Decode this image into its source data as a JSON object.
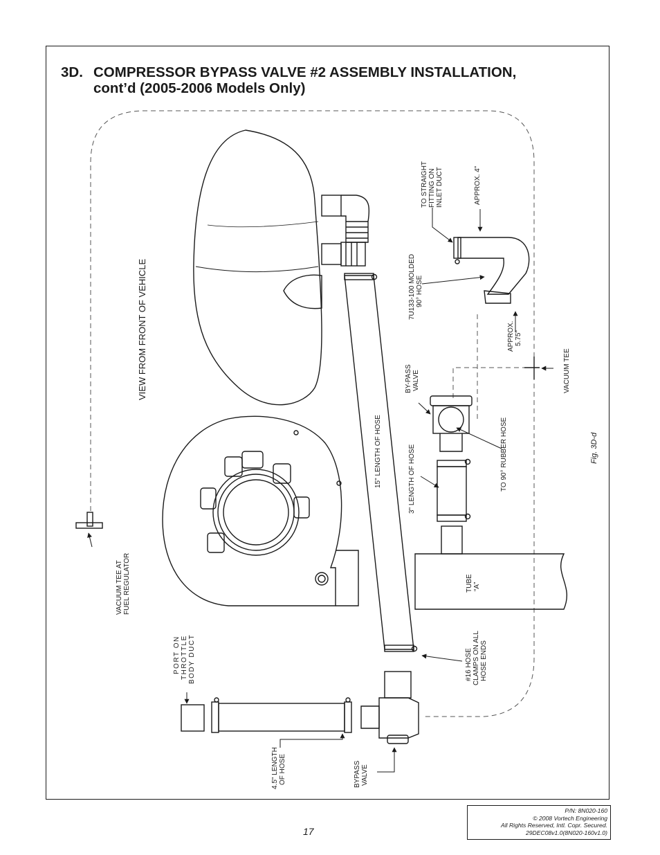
{
  "section": {
    "number": "3D.",
    "title_line1": "COMPRESSOR BYPASS VALVE #2 ASSEMBLY INSTALLATION,",
    "title_line2": "cont’d (2005-2006 Models Only)"
  },
  "figure": {
    "view_label": "VIEW FROM FRONT OF VEHICLE",
    "fig_label": "Fig. 3D-d",
    "labels": {
      "to_straight_fitting": [
        "TO STRAIGHT",
        "FITTING ON",
        "INLET DUCT"
      ],
      "approx_4": [
        "APPROX. 4\""
      ],
      "molded_hose": [
        "7U133-100 MOLDED",
        "90° HOSE"
      ],
      "approx_575": [
        "APPROX.",
        "5.75\""
      ],
      "vacuum_tee": [
        "VACUUM TEE"
      ],
      "bypass_valve_upper": [
        "BY-PASS",
        "VALVE"
      ],
      "to_90_rubber_hose": [
        "TO 90° RUBBER HOSE"
      ],
      "hose_15": [
        "15\" LENGTH OF HOSE"
      ],
      "hose_3": [
        "3\" LENGTH OF HOSE"
      ],
      "tube_a": [
        "TUBE",
        "“A”"
      ],
      "hose_clamps": [
        "#16 HOSE",
        "CLAMPS ON ALL",
        "HOSE ENDS"
      ],
      "vacuum_tee_fuel": [
        "VACUUM TEE AT",
        "FUEL REGULATOR"
      ],
      "port_on_throttle": [
        "PORT  ON",
        "THROTTLE",
        "BODY DUCT"
      ],
      "hose_45": [
        "4.5\" LENGTH",
        "OF HOSE"
      ],
      "bypass_valve_lower": [
        "BYPASS",
        "VALVE"
      ]
    }
  },
  "page_number": "17",
  "footer": {
    "part_number": "P/N: 8N020-160",
    "copyright": "© 2008 Vortech Engineering",
    "rights": "All Rights Reserved, Intl. Copr. Secured.",
    "revision": "29DEC08v1.0(8N020-160v1.0)"
  }
}
